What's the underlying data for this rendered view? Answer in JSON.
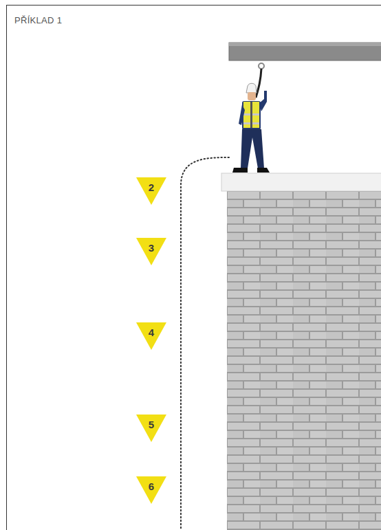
{
  "diagram": {
    "title": "PŘÍKLAD 1",
    "labels": [
      "2",
      "3",
      "4",
      "5",
      "6"
    ]
  }
}
